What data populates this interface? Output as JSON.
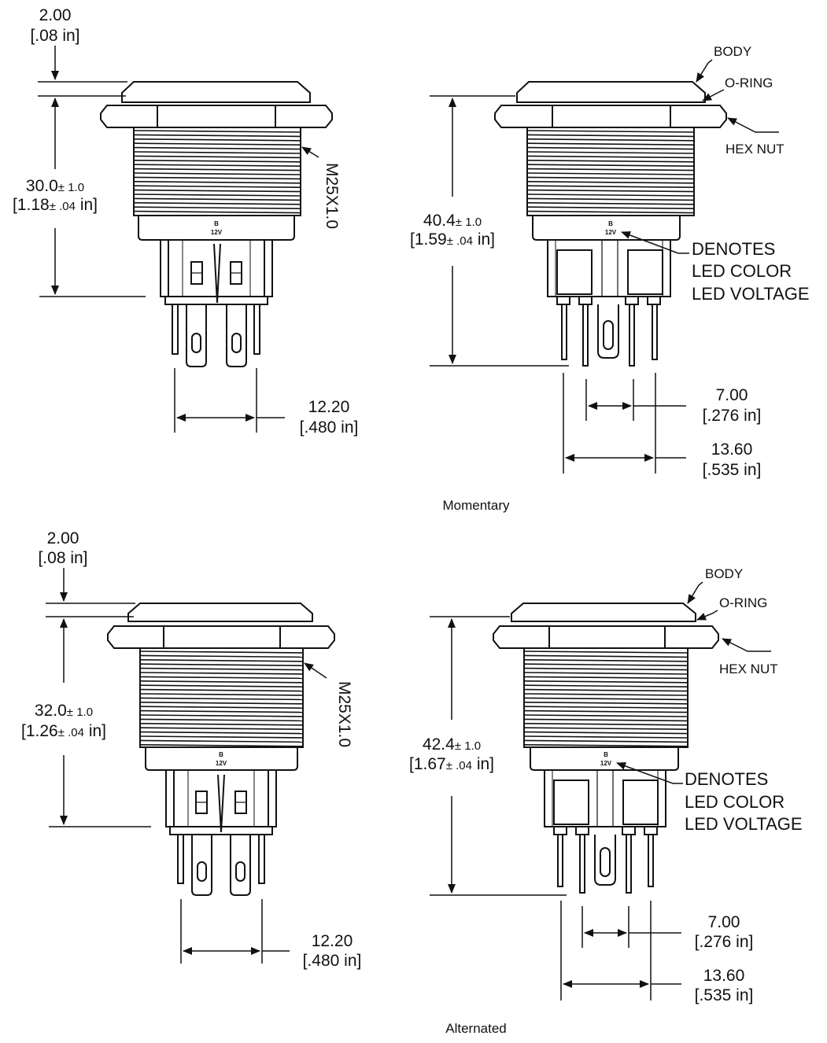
{
  "momentary": {
    "caption": "Momentary",
    "left": {
      "top_dim": "2.00",
      "top_dim_in": "[.08 in]",
      "height_main": "30.0",
      "height_tol": "± 1.0",
      "height_in_pre": "[1.18",
      "height_in_tol": "± .04",
      "height_in_post": " in]",
      "thread": "M25X1.0",
      "pin_span": "12.20",
      "pin_span_in": "[.480 in]",
      "marking_color": "B",
      "marking_voltage": "12V"
    },
    "right": {
      "height_main": "40.4",
      "height_tol": "± 1.0",
      "height_in_pre": "[1.59",
      "height_in_tol": "± .04",
      "height_in_post": " in]",
      "body": "BODY",
      "oring": "O-RING",
      "hexnut": "HEX NUT",
      "denotes": [
        "DENOTES",
        "LED COLOR",
        "LED VOLTAGE"
      ],
      "span_small": "7.00",
      "span_small_in": "[.276 in]",
      "span_large": "13.60",
      "span_large_in": "[.535 in]",
      "marking_color": "B",
      "marking_voltage": "12V"
    }
  },
  "alternated": {
    "caption": "Alternated",
    "left": {
      "top_dim": "2.00",
      "top_dim_in": "[.08 in]",
      "height_main": "32.0",
      "height_tol": "± 1.0",
      "height_in_pre": "[1.26",
      "height_in_tol": "± .04",
      "height_in_post": " in]",
      "thread": "M25X1.0",
      "pin_span": "12.20",
      "pin_span_in": "[.480 in]",
      "marking_color": "B",
      "marking_voltage": "12V"
    },
    "right": {
      "height_main": "42.4",
      "height_tol": "± 1.0",
      "height_in_pre": "[1.67",
      "height_in_tol": "± .04",
      "height_in_post": " in]",
      "body": "BODY",
      "oring": "O-RING",
      "hexnut": "HEX NUT",
      "denotes": [
        "DENOTES",
        "LED COLOR",
        "LED VOLTAGE"
      ],
      "span_small": "7.00",
      "span_small_in": "[.276 in]",
      "span_large": "13.60",
      "span_large_in": "[.535 in]",
      "marking_color": "B",
      "marking_voltage": "12V"
    }
  }
}
